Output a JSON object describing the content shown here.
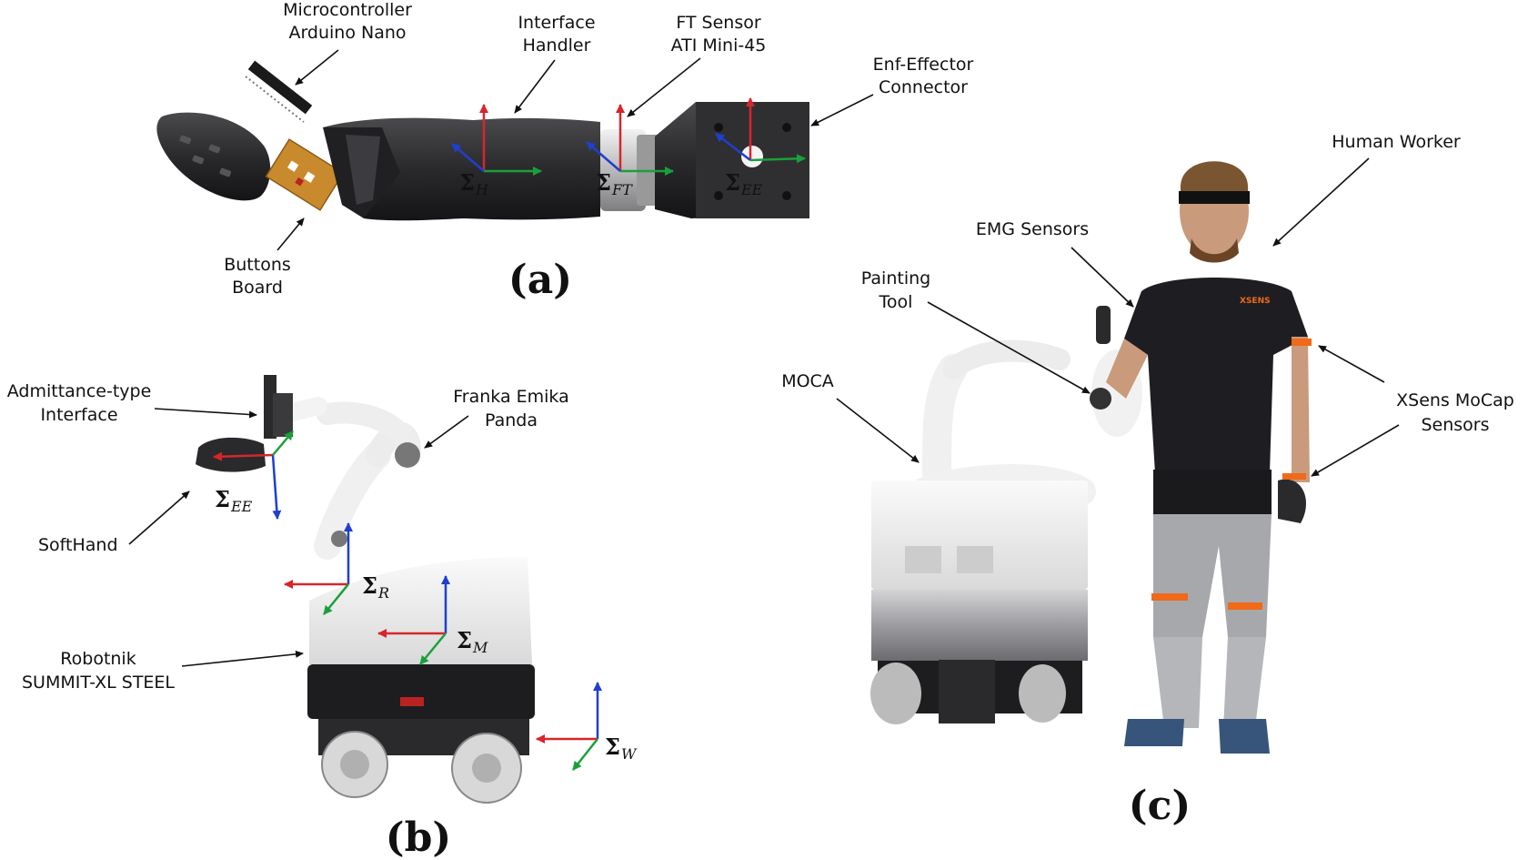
{
  "panel_a": {
    "caption": "(a)",
    "labels": {
      "microcontroller_1": "Microcontroller",
      "microcontroller_2": "Arduino Nano",
      "interface_1": "Interface",
      "interface_2": "Handler",
      "ft_1": "FT Sensor",
      "ft_2": "ATI Mini-45",
      "ee_connector_1": "Enf-Effector",
      "ee_connector_2": "Connector",
      "buttons_1": "Buttons",
      "buttons_2": "Board"
    },
    "frames": {
      "h_sym": "Σ",
      "h_sub": "H",
      "ft_sym": "Σ",
      "ft_sub": "FT",
      "ee_sym": "Σ",
      "ee_sub": "EE"
    }
  },
  "panel_b": {
    "caption": "(b)",
    "labels": {
      "admittance_1": "Admittance-type",
      "admittance_2": "Interface",
      "panda_1": "Franka Emika",
      "panda_2": "Panda",
      "softhand": "SoftHand",
      "robotnik_1": "Robotnik",
      "robotnik_2": "SUMMIT-XL STEEL"
    },
    "frames": {
      "ee_sym": "Σ",
      "ee_sub": "EE",
      "r_sym": "Σ",
      "r_sub": "R",
      "m_sym": "Σ",
      "m_sub": "M",
      "w_sym": "Σ",
      "w_sub": "W"
    }
  },
  "panel_c": {
    "caption": "(c)",
    "labels": {
      "human_worker": "Human Worker",
      "emg": "EMG Sensors",
      "painting_1": "Painting",
      "painting_2": "Tool",
      "moca": "MOCA",
      "xsens_1": "XSens MoCap",
      "xsens_2": "Sensors",
      "shirt_brand": "XSENS"
    }
  },
  "colors": {
    "axis_x": "#d7262b",
    "axis_y": "#1aa03a",
    "axis_z": "#1f3fd0",
    "device_dark": "#2a2a2c",
    "board": "#c98a2e",
    "robot_white": "#eeeeee",
    "base_black": "#1d1d1f",
    "jeans": "#a6a8ab",
    "marker_orange": "#f06a18"
  }
}
